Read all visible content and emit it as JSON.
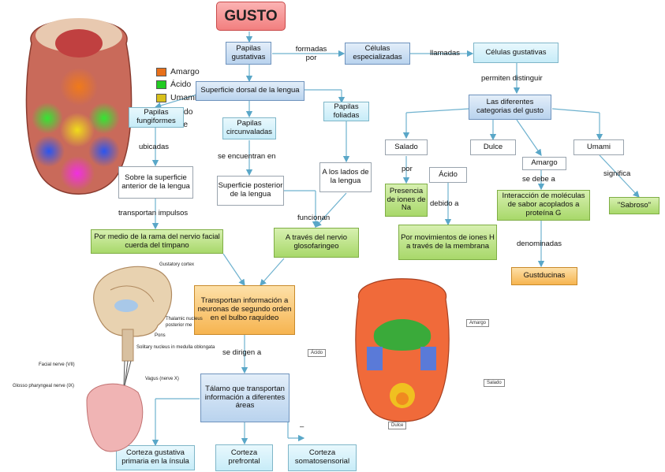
{
  "title": "GUSTO",
  "colors": {
    "amargo": "#e8701a",
    "acido": "#22cc22",
    "umami": "#d8c01a",
    "blue_box": "#b9d3ee",
    "green_box": "#a8d86a",
    "orange_box": "#f6b450"
  },
  "legend": {
    "amargo": "Amargo",
    "acido": "Ácido",
    "umami": "Umami",
    "partial1": "ado",
    "partial2": "ce"
  },
  "nodes": {
    "papilas_gustativas": "Papilas gustativas",
    "celulas_especializadas": "Células especializadas",
    "celulas_gustativas": "Células gustativas",
    "superficie_dorsal": "Superficie dorsal de la lengua",
    "papilas_foliadas": "Papilas foliadas",
    "papilas_fungiformes": "Papilas fungiformes",
    "papilas_circunvaladas": "Papilas circunvaladas",
    "diferentes_categorias": "Las diferentes categorias del gusto",
    "salado": "Salado",
    "dulce": "Dulce",
    "umami": "Umami",
    "acido": "Ácido",
    "amargo": "Amargo",
    "superficie_anterior": "Sobre la superficie anterior de la lengua",
    "superficie_posterior": "Superficie posterior de la lengua",
    "lados_lengua": "A los lados de la lengua",
    "presencia_iones": "Presencia de iones de Na",
    "interaccion": "Interacción de moléculas de sabor acoplados a proteína G",
    "sabroso": "\"Sabroso\"",
    "movimientos": "Por movimientos de iones H a través de la membrana",
    "nervio_facial": "Por medio de la rama del nervio facial cuerda del tímpano",
    "glosofaringeo": "A través del nervio glosofaringeo",
    "gustducinas": "Gustducinas",
    "transportan": "Transportan información a neuronas de segundo orden en el bulbo raquídeo",
    "talamo": "Tálamo que transportan información a diferentes áreas",
    "corteza_insula": "Corteza gustativa primaria en la ínsula",
    "corteza_prefrontal": "Corteza prefrontal",
    "corteza_somato": "Corteza somatosensorial"
  },
  "link_labels": {
    "formadas_por": "formadas por",
    "llamadas": "llamadas",
    "permiten": "permiten distinguir",
    "ubicadas": "ubicadas",
    "se_encuentran": "se encuentran en",
    "por": "por",
    "debido_a": "debido a",
    "se_debe_a": "se debe a",
    "significa": "significa",
    "transportan_impulsos": "transportan impulsos",
    "funcionan": "funcionan",
    "denominadas": "denominadas",
    "se_dirigen": "se dirigen a",
    "dash": "–"
  },
  "brain_labels": {
    "gustatory_cortex": "Gustatory cortex",
    "thalamic": "Thalamic nucleus",
    "posterior_med": "posterior me",
    "pons": "Pons",
    "solitary": "Solitary nucleus in medulla oblongata",
    "facial": "Facial nerve (VII)",
    "vagus": "Vagus (nerve X)",
    "glosso": "Glosso pharyngeal nerve (IX)"
  },
  "tongue_labels": {
    "amargo": "Amargo",
    "acido": "Ácido",
    "salado": "Salado",
    "dulce": "Dulce"
  }
}
